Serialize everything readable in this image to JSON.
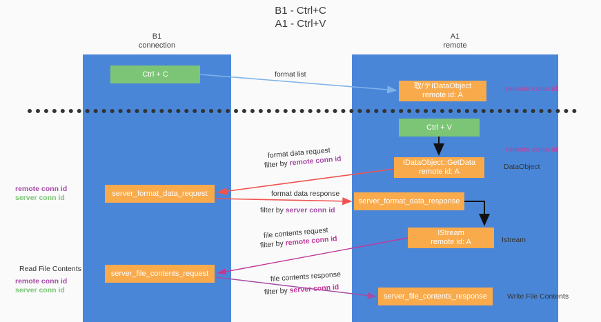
{
  "title": {
    "line1": "B1 - Ctrl+C",
    "line2": "A1 - Ctrl+V"
  },
  "lanes": [
    {
      "name": "B1",
      "subtitle": "connection"
    },
    {
      "name": "A1",
      "subtitle": "remote"
    }
  ],
  "boxes": {
    "ctrl_c": {
      "line1": "Ctrl + C",
      "color": "#7cc576"
    },
    "idataobject": {
      "line1": "取/テIDataObject",
      "line2": "remote id: A",
      "color": "#f9aa4b"
    },
    "ctrl_v": {
      "line1": "Ctrl + V",
      "color": "#7cc576"
    },
    "getdata": {
      "line1": "IDataObject::GetData",
      "line2": "remote id: A",
      "color": "#f9aa4b"
    },
    "server_format_data_request": {
      "line1": "server_format_data_request",
      "color": "#f9aa4b"
    },
    "server_format_data_response": {
      "line1": "server_format_data_response",
      "color": "#f9aa4b"
    },
    "istream": {
      "line1": "IStream",
      "line2": "remote id: A",
      "color": "#f9aa4b"
    },
    "server_file_contents_request": {
      "line1": "server_file_contents_request",
      "color": "#f9aa4b"
    },
    "server_file_contents_response": {
      "line1": "server_file_contents_response",
      "color": "#f9aa4b"
    }
  },
  "edge_labels": {
    "format_list": "format list",
    "format_data_request": "format data request",
    "format_data_request_filter_prefix": "filter by ",
    "format_data_request_filter_key": "remote conn id",
    "format_data_response": "format data response",
    "format_data_response_filter_prefix": "filter by ",
    "format_data_response_filter_key": "server conn id",
    "file_contents_request": "file contents request",
    "file_contents_request_filter_prefix": "filter by ",
    "file_contents_request_filter_key": "remote conn id",
    "file_contents_response": "file contents response",
    "file_contents_response_filter_prefix": "filter by ",
    "file_contents_response_filter_key": "server conn id"
  },
  "annotations": {
    "right": [
      {
        "text": "remote conn id",
        "style": "purple"
      },
      {
        "text": "remote conn id",
        "style": "purple"
      },
      {
        "text": "DataObject",
        "style": "plain"
      },
      {
        "text": "Istream",
        "style": "plain"
      },
      {
        "text": "Write File Contents",
        "style": "plain"
      }
    ],
    "left": [
      {
        "text": "remote conn id",
        "style": "purple"
      },
      {
        "text": "server conn id",
        "style": "green"
      },
      {
        "text": "Read File Contents",
        "style": "plain"
      },
      {
        "text": "remote conn id",
        "style": "purple"
      },
      {
        "text": "server conn id",
        "style": "green"
      }
    ]
  },
  "colors": {
    "lane": "#4a86d8",
    "green_box": "#7cc576",
    "orange_box": "#f9aa4b",
    "divider": "#333333",
    "wire_blue": "#7eb3e8",
    "wire_red": "#ef5350",
    "wire_magenta": "#c0399a",
    "wire_purple": "#a64ca6",
    "wire_black": "#111111",
    "background": "#fafafa"
  }
}
